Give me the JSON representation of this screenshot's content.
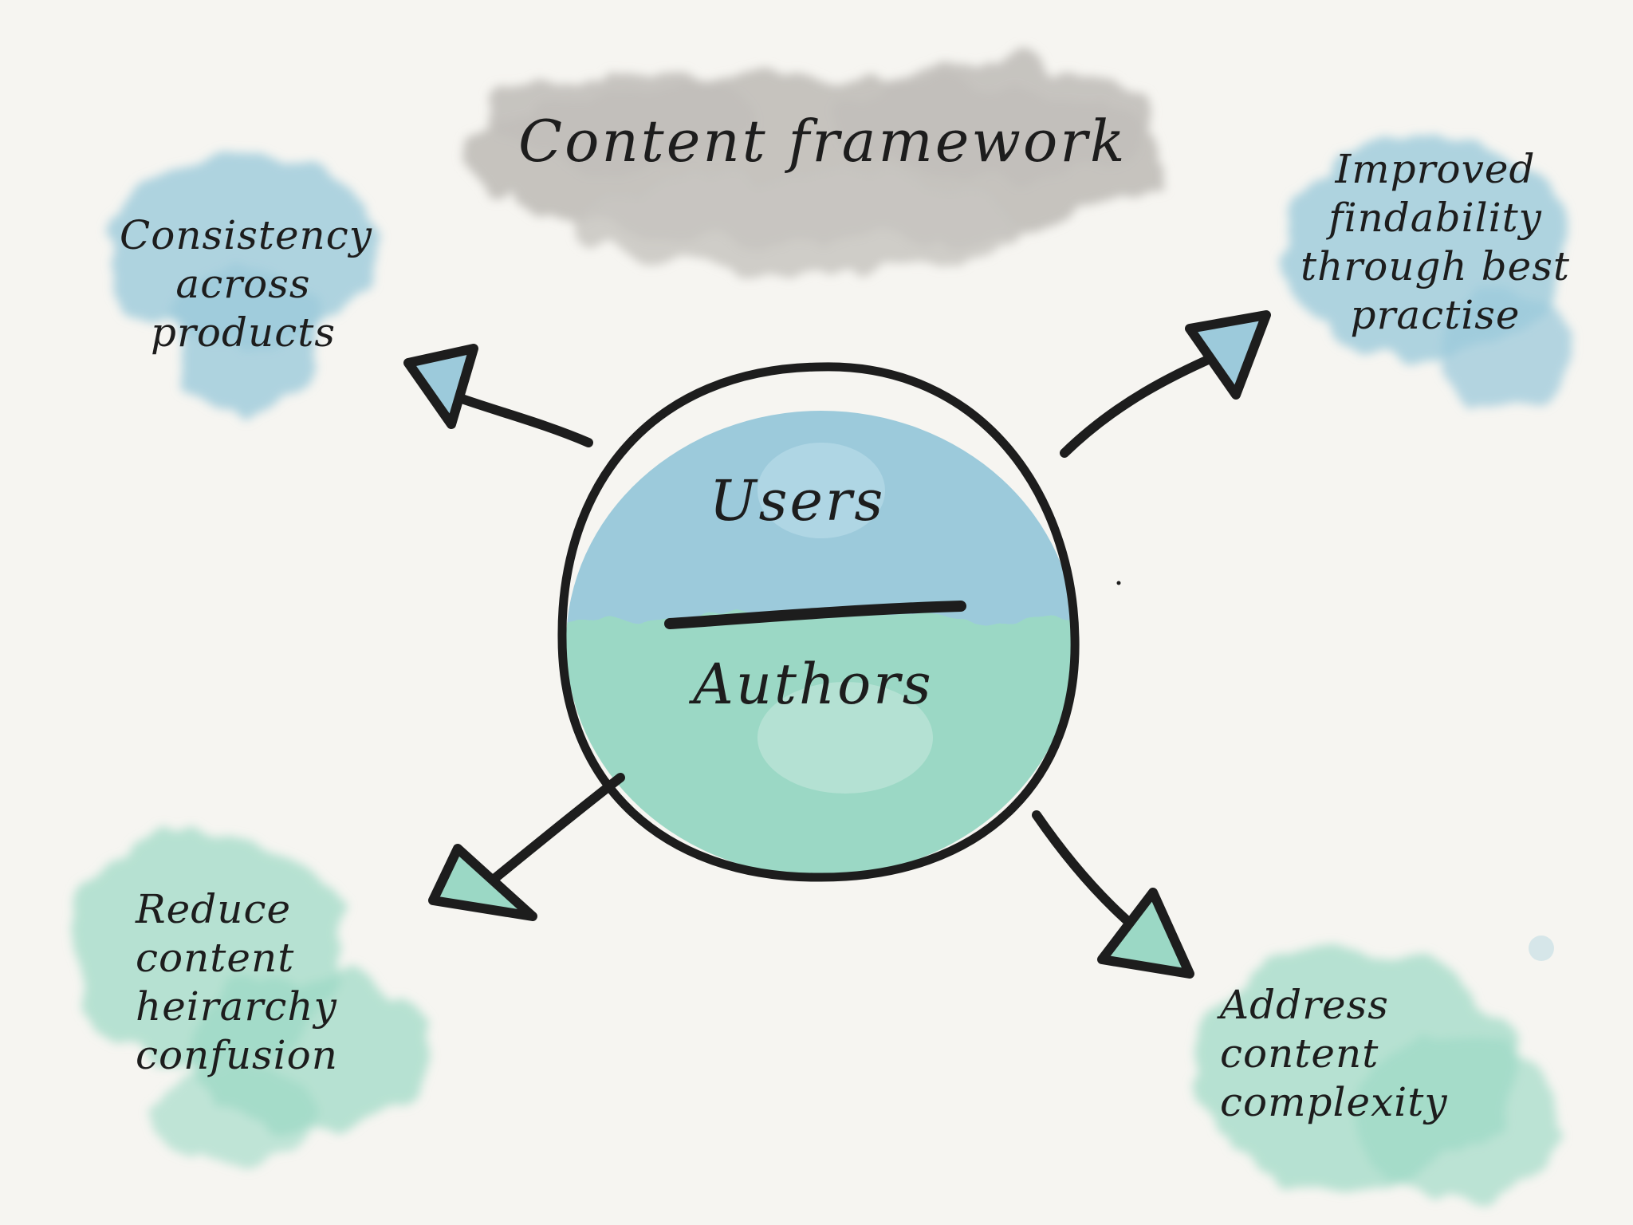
{
  "colors": {
    "background": "#f6f5f1",
    "title_cloud": "#c1bfba",
    "blue_wash": "#9ccadb",
    "green_wash": "#9bd8c5",
    "ink": "#1d1d1d"
  },
  "title": "Content framework",
  "center": {
    "top_label": "Users",
    "bottom_label": "Authors"
  },
  "outcomes": {
    "top_left": {
      "lines": [
        "Consistency",
        "across",
        "products"
      ]
    },
    "top_right": {
      "lines": [
        "Improved",
        "findability",
        "through best",
        "practise"
      ]
    },
    "bottom_left": {
      "lines": [
        "Reduce",
        "content",
        "heirarchy",
        "confusion"
      ]
    },
    "bottom_right": {
      "lines": [
        "Address",
        "content",
        "complexity"
      ]
    }
  },
  "arrows": [
    {
      "from": "center",
      "to": "top_left",
      "head_color": "blue"
    },
    {
      "from": "center",
      "to": "top_right",
      "head_color": "blue"
    },
    {
      "from": "center",
      "to": "bottom_left",
      "head_color": "green"
    },
    {
      "from": "center",
      "to": "bottom_right",
      "head_color": "green"
    }
  ]
}
